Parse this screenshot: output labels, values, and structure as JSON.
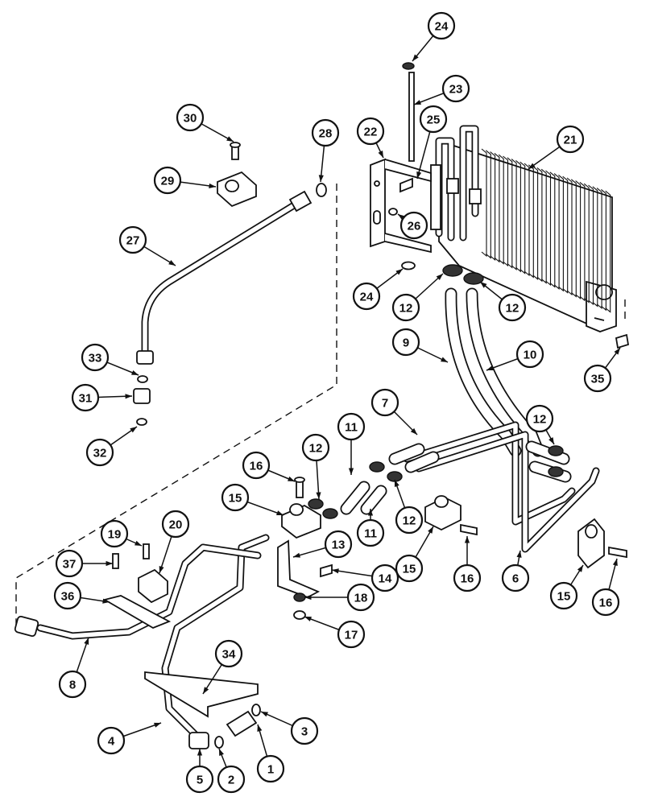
{
  "callouts": [
    {
      "id": "c1",
      "label": "1"
    },
    {
      "id": "c2",
      "label": "2"
    },
    {
      "id": "c3",
      "label": "3"
    },
    {
      "id": "c4",
      "label": "4"
    },
    {
      "id": "c5",
      "label": "5"
    },
    {
      "id": "c6",
      "label": "6"
    },
    {
      "id": "c7",
      "label": "7"
    },
    {
      "id": "c8",
      "label": "8"
    },
    {
      "id": "c9",
      "label": "9"
    },
    {
      "id": "c10",
      "label": "10"
    },
    {
      "id": "c11a",
      "label": "11"
    },
    {
      "id": "c11b",
      "label": "11"
    },
    {
      "id": "c12a",
      "label": "12"
    },
    {
      "id": "c12b",
      "label": "12"
    },
    {
      "id": "c12c",
      "label": "12"
    },
    {
      "id": "c12d",
      "label": "12"
    },
    {
      "id": "c12e",
      "label": "12"
    },
    {
      "id": "c13",
      "label": "13"
    },
    {
      "id": "c14",
      "label": "14"
    },
    {
      "id": "c15a",
      "label": "15"
    },
    {
      "id": "c15b",
      "label": "15"
    },
    {
      "id": "c15c",
      "label": "15"
    },
    {
      "id": "c16a",
      "label": "16"
    },
    {
      "id": "c16b",
      "label": "16"
    },
    {
      "id": "c16c",
      "label": "16"
    },
    {
      "id": "c17",
      "label": "17"
    },
    {
      "id": "c18",
      "label": "18"
    },
    {
      "id": "c19",
      "label": "19"
    },
    {
      "id": "c20",
      "label": "20"
    },
    {
      "id": "c21",
      "label": "21"
    },
    {
      "id": "c22",
      "label": "22"
    },
    {
      "id": "c23",
      "label": "23"
    },
    {
      "id": "c24a",
      "label": "24"
    },
    {
      "id": "c24b",
      "label": "24"
    },
    {
      "id": "c25",
      "label": "25"
    },
    {
      "id": "c26",
      "label": "26"
    },
    {
      "id": "c27",
      "label": "27"
    },
    {
      "id": "c28",
      "label": "28"
    },
    {
      "id": "c29",
      "label": "29"
    },
    {
      "id": "c30",
      "label": "30"
    },
    {
      "id": "c31",
      "label": "31"
    },
    {
      "id": "c32",
      "label": "32"
    },
    {
      "id": "c33",
      "label": "33"
    },
    {
      "id": "c34",
      "label": "34"
    },
    {
      "id": "c35",
      "label": "35"
    },
    {
      "id": "c36",
      "label": "36"
    },
    {
      "id": "c37",
      "label": "37"
    }
  ]
}
